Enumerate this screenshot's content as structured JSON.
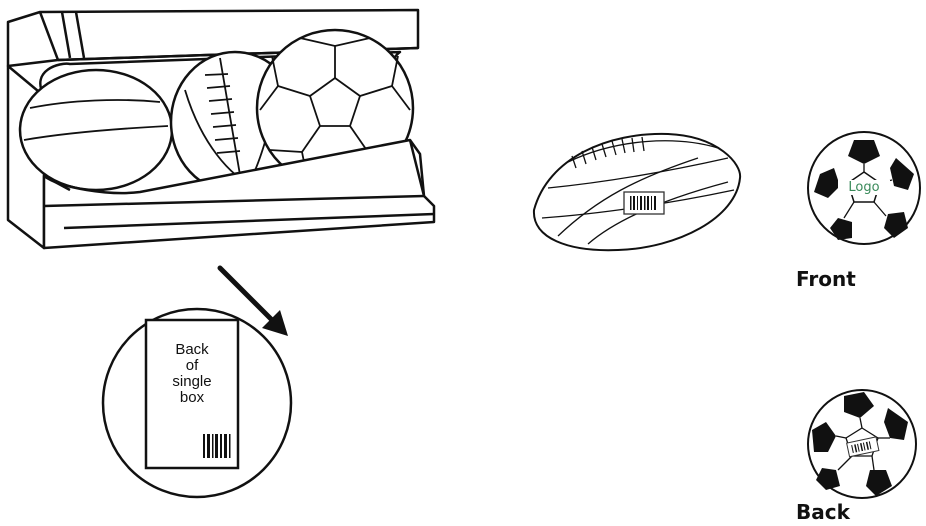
{
  "box_label": {
    "lines": [
      "Back",
      "of",
      "single",
      "box"
    ]
  },
  "soccer_logo_text": "Logo",
  "captions": {
    "front": "Front",
    "back": "Back"
  },
  "icons": {
    "display_box": "ball-display-box-icon",
    "arrow": "arrow-down-right-icon",
    "box_zoom": "box-back-zoom-icon",
    "football": "football-icon",
    "soccer_front": "soccer-ball-front-icon",
    "soccer_back": "soccer-ball-back-icon",
    "barcode": "barcode-icon"
  },
  "colors": {
    "line": "#111111",
    "background": "#ffffff",
    "logo_text": "#3a8a5a"
  }
}
